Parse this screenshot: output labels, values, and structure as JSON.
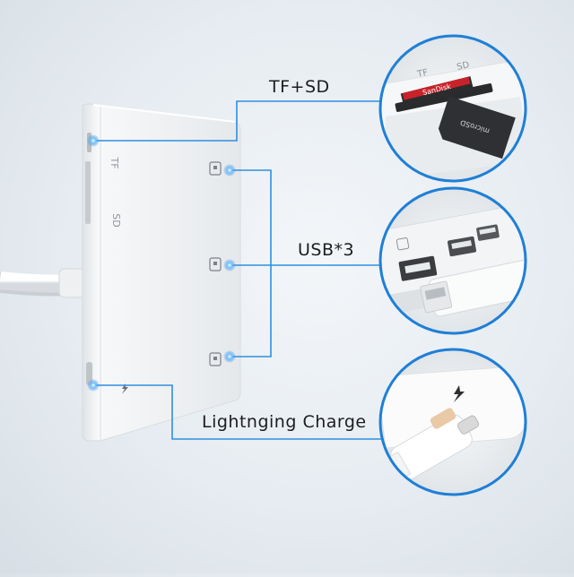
{
  "callouts": {
    "tf_sd": "TF+SD",
    "usb": "USB*3",
    "lightning": "Lightnging Charge"
  },
  "device": {
    "slot_tf": "TF",
    "slot_sd": "SD"
  },
  "insets": {
    "card_tf": "TF",
    "card_sd": "SD",
    "card_brand": "SanDisk",
    "card_micro": "microSD"
  },
  "colors": {
    "accent": "#2f8fe0",
    "glow": "#4db2ff",
    "circle_border": "#1f7fd6"
  }
}
